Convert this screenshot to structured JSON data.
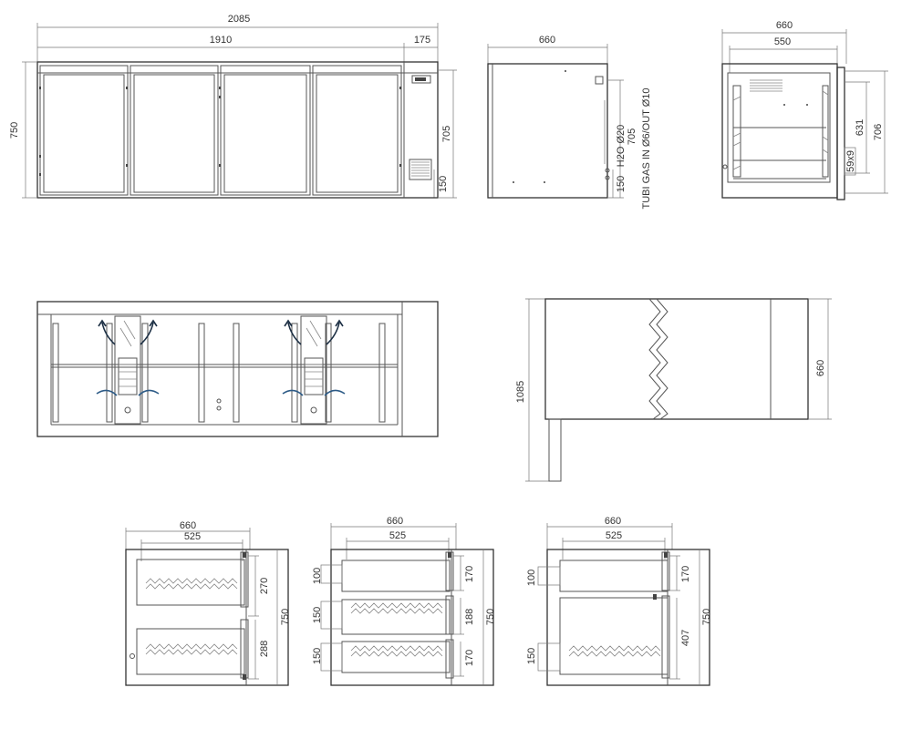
{
  "front": {
    "total_width": "2085",
    "inner_width": "1910",
    "side_width": "175",
    "height": "750",
    "inner_height": "705",
    "base_height": "150"
  },
  "side": {
    "depth": "660",
    "height": "705",
    "base_height": "150",
    "pipe_water": "H2O Ø20",
    "pipe_gas": "TUBI GAS IN Ø6/OUT Ø10"
  },
  "side_open": {
    "depth": "660",
    "inner_depth": "550",
    "inner_height": "631",
    "height": "706",
    "opening": "59x9"
  },
  "plan": {
    "open_depth": "1085",
    "depth": "660"
  },
  "sections": [
    {
      "depth": "660",
      "inner": "525",
      "drawers": [
        "270",
        "288"
      ]
    },
    {
      "depth": "660",
      "inner": "525",
      "left_dims": [
        "100",
        "150",
        "150"
      ],
      "drawers": [
        "170",
        "188",
        "170"
      ],
      "height": "750"
    },
    {
      "depth": "660",
      "inner": "525",
      "left_dims": [
        "100",
        "150"
      ],
      "drawers": [
        "170",
        "407"
      ],
      "height": "750"
    }
  ],
  "section_height": "750",
  "colors": {
    "line": "#555555",
    "air_flow": "#2c5a86"
  }
}
